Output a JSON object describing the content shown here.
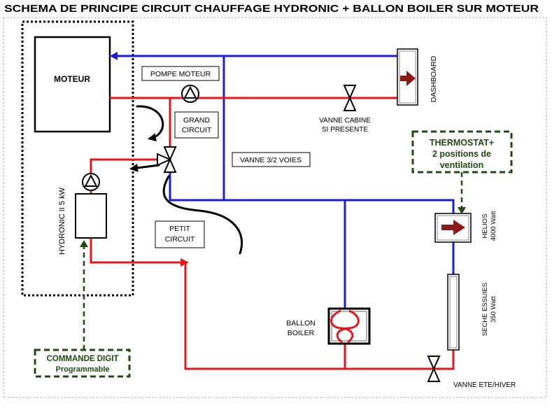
{
  "title": "SCHEMA DE PRINCIPE CIRCUIT CHAUFFAGE HYDRONIC + BALLON BOILER SUR MOTEUR",
  "engine": {
    "label": "MOTEUR"
  },
  "hydronic": {
    "label": "HYDRONIC II 5 kW"
  },
  "pump_motor": {
    "label": "POMPE MOTEUR"
  },
  "grand_circuit": {
    "lines": [
      "GRAND",
      "CIRCUIT"
    ]
  },
  "three_way_valve": {
    "label": "VANNE 3/2 VOIES"
  },
  "small_circuit": {
    "lines": [
      "PETIT",
      "CIRCUIT"
    ]
  },
  "cabin_valve": {
    "lines": [
      "VANNE CABINE",
      "SI PRESENTE"
    ]
  },
  "dashboard": {
    "label": "DASHBOARD"
  },
  "thermostat": {
    "lines": [
      "THERMOSTAT+",
      "2 positions de",
      "ventilation"
    ]
  },
  "helios": {
    "lines": [
      "HELIOS",
      "4000 Watt"
    ]
  },
  "towel_dryer": {
    "lines": [
      "SECHE ESSUIES",
      "350 Watt"
    ]
  },
  "boiler": {
    "lines": [
      "BALLON",
      "BOILER"
    ]
  },
  "summer_winter_valve": {
    "label": "VANNE ETE/HIVER"
  },
  "digital_control": {
    "lines": [
      "COMMANDE DIGIT",
      "Programmable"
    ]
  },
  "colors": {
    "hot_water": "#e8141b",
    "cold_water": "#1c1cd8",
    "control": "#1f4a12",
    "heat_arrow": "#8b1a1a",
    "flow_arrow": "#000000"
  }
}
